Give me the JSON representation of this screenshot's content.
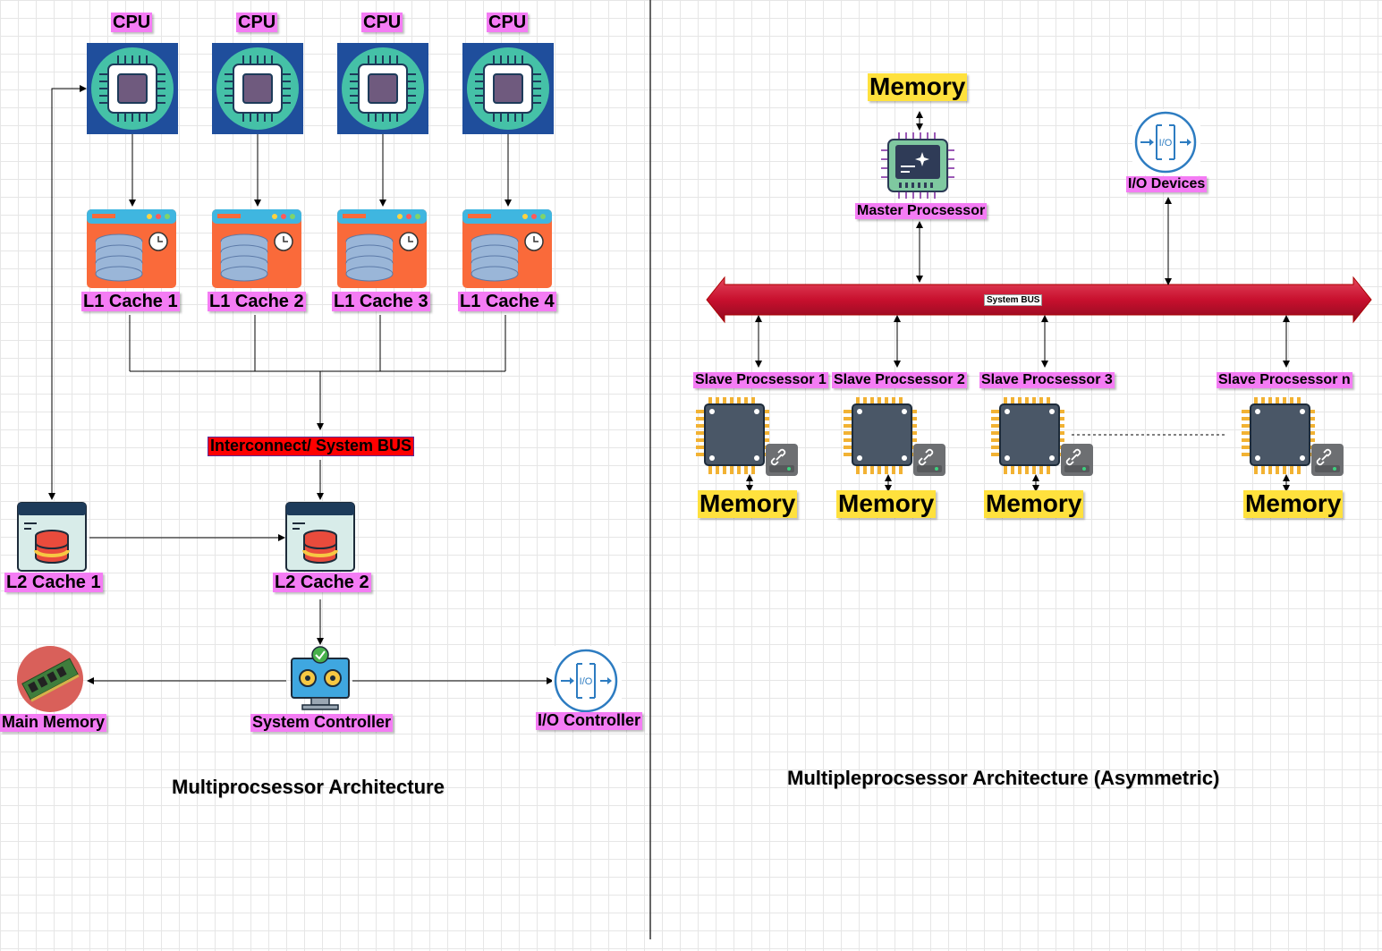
{
  "left": {
    "cpus": [
      {
        "label": "CPU",
        "icon": "cpu-chip-icon"
      },
      {
        "label": "CPU",
        "icon": "cpu-chip-icon"
      },
      {
        "label": "CPU",
        "icon": "cpu-chip-icon"
      },
      {
        "label": "CPU",
        "icon": "cpu-chip-icon"
      }
    ],
    "l1_caches": [
      {
        "label": "L1 Cache 1",
        "icon": "cache-database-icon"
      },
      {
        "label": "L1 Cache 2",
        "icon": "cache-database-icon"
      },
      {
        "label": "L1 Cache 3",
        "icon": "cache-database-icon"
      },
      {
        "label": "L1 Cache 4",
        "icon": "cache-database-icon"
      }
    ],
    "interconnect": "Interconnect/ System BUS",
    "l2_cache_1": "L2 Cache 1",
    "l2_cache_2": "L2 Cache 2",
    "main_memory": "Main Memory",
    "system_controller": "System Controller",
    "io_controller": "I/O Controller",
    "io_icon_text": "I/O",
    "title": "Multiprocsessor Architecture"
  },
  "right": {
    "memory_top": "Memory",
    "master": "Master Procsessor",
    "io_devices": "I/O Devices",
    "io_icon_text": "I/O",
    "bus": "System BUS",
    "slaves": [
      {
        "label": "Slave Procsessor 1",
        "memory": "Memory"
      },
      {
        "label": "Slave Procsessor 2",
        "memory": "Memory"
      },
      {
        "label": "Slave Procsessor 3",
        "memory": "Memory"
      },
      {
        "label": "Slave Procsessor n",
        "memory": "Memory"
      }
    ],
    "title": "Multipleprocsessor Architecture (Asymmetric)"
  },
  "colors": {
    "label_pink": "#f47cf4",
    "label_yellow": "#ffe13d",
    "bus_red": "#c8102e",
    "cpu_blue": "#1f4e9c",
    "cache_orange": "#fa6a3a"
  }
}
